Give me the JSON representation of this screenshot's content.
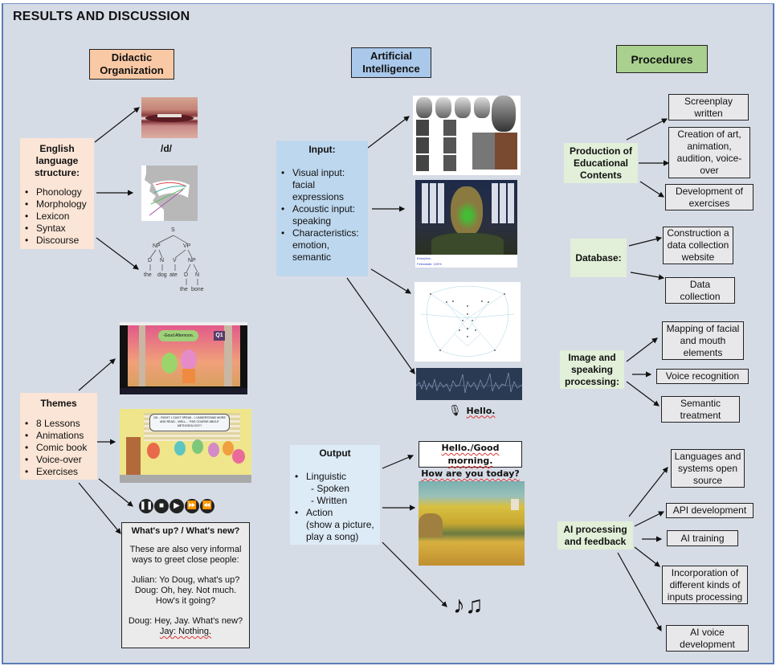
{
  "title": "RESULTS AND DISCUSSION",
  "colors": {
    "panel_bg": "#d6dce6",
    "panel_border": "#5b7db8",
    "didactic_header": "#f9c9a5",
    "ai_header": "#a9c8ea",
    "procedures_header": "#a9d08e",
    "didactic_card": "#fbe5d6",
    "ai_input_card": "#bdd7ee",
    "ai_output_card": "#ddebf7",
    "procedure_card": "#e2efd9",
    "leaf_box": "#e8e8ea"
  },
  "didactic": {
    "header": "Didactic Organization",
    "language_structure": {
      "heading": "English language structure:",
      "items": [
        "Phonology",
        "Morphology",
        "Lexicon",
        "Syntax",
        "Discourse"
      ]
    },
    "phoneme_label": "/d/",
    "syntax_tree": {
      "s": "S",
      "np": "NP",
      "vp": "VP",
      "d1": "D",
      "n1": "N",
      "v": "V",
      "np2": "NP",
      "d2": "D",
      "n2": "N",
      "w1": "the",
      "w2": "dog",
      "w3": "ate",
      "w4": "the",
      "w5": "bone"
    },
    "themes": {
      "heading": "Themes",
      "items": [
        "8 Lessons",
        "Animations",
        "Comic book",
        "Voice-over",
        "Exercises"
      ]
    },
    "video_frame": {
      "speech": "-Good Afternoon.",
      "badge": "Q1"
    },
    "comic_frame": {
      "speech": "OK... RIGHT. I CAN'T SPEAK... I UNDERSTAND MORE AND READ... WELL... THIS COURSE ABOUT METHODOLOGY?"
    },
    "media_controls": [
      "pause",
      "stop",
      "play",
      "fast-forward",
      "rewind"
    ],
    "dialog": {
      "heading": "What's up? /  What's new?",
      "intro": "These are also very informal ways to greet close people:",
      "lines1": [
        "Julian: Yo Doug, what's up?",
        "Doug: Oh, hey. Not much.",
        "How's it going?"
      ],
      "lines2": [
        "Doug: Hey, Jay. What's new?",
        "Jay: Nothing."
      ]
    }
  },
  "ai": {
    "header": "Artificial Intelligence",
    "input": {
      "heading": "Input:",
      "items": [
        "Visual input: facial expressions",
        "Acoustic input: speaking",
        "Characteristics: emotion, semantic"
      ]
    },
    "webcam_caption": {
      "line1": "Emoções:",
      "line2": "Felicidade: 100%"
    },
    "audio_label": "Hello.",
    "output": {
      "heading": "Output",
      "lines": [
        "Linguistic",
        "- Spoken",
        "- Written",
        "Action",
        "(show a picture, play a song)"
      ]
    },
    "speech_bubble": {
      "line1": "Hello./Good morning.",
      "line2": "How are you today?"
    },
    "music_glyph": "♪♫"
  },
  "procedures": {
    "header": "Procedures",
    "groups": [
      {
        "label": "Production of Educational Contents",
        "items": [
          "Screenplay written",
          "Creation of art, animation, audition, voice-over",
          "Development of exercises"
        ]
      },
      {
        "label": "Database:",
        "items": [
          "Construction a data collection website",
          "Data collection"
        ]
      },
      {
        "label": "Image and speaking processing:",
        "items": [
          "Mapping of facial and mouth elements",
          "Voice recognition",
          "Semantic treatment"
        ]
      },
      {
        "label": "AI processing and feedback",
        "items": [
          "Languages and systems open source",
          "API development",
          "AI training",
          "Incorporation of different kinds of inputs processing",
          "AI voice development"
        ]
      }
    ]
  }
}
